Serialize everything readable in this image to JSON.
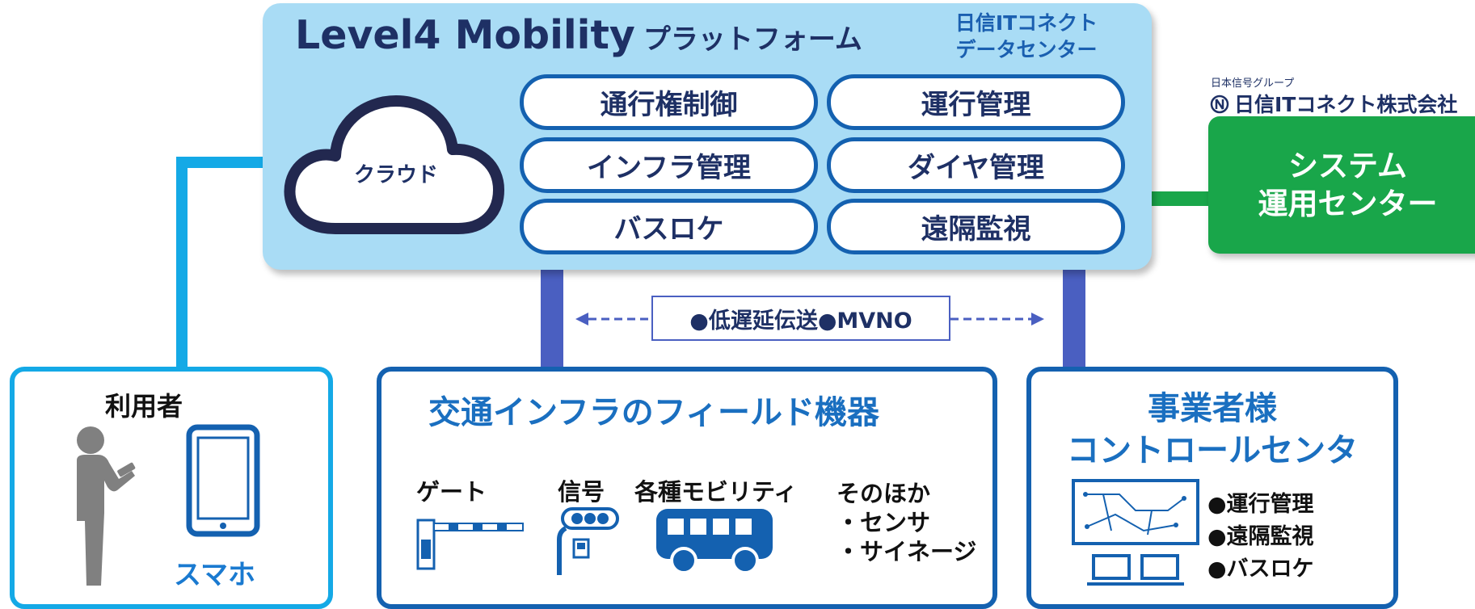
{
  "platform": {
    "title": "Level4 Mobility",
    "title_suffix": "プラットフォーム",
    "datacenter_line1": "日信ITコネクト",
    "datacenter_line2": "データセンター",
    "cloud_label": "クラウド",
    "functions": [
      "通行権制御",
      "運行管理",
      "インフラ管理",
      "ダイヤ管理",
      "バスロケ",
      "遠隔監視"
    ]
  },
  "company": {
    "group": "日本信号グループ",
    "name": "日信ITコネクト株式会社"
  },
  "ops_center": {
    "line1": "システム",
    "line2": "運用センター"
  },
  "network": {
    "label": "●低遅延伝送●MVNO"
  },
  "user_box": {
    "title": "利用者",
    "device_label": "スマホ"
  },
  "field_box": {
    "title": "交通インフラのフィールド機器",
    "items": {
      "gate": "ゲート",
      "signal": "信号",
      "mobility": "各種モビリティ",
      "other": "そのほか",
      "other_sub1": "・センサ",
      "other_sub2": "・サイネージ"
    }
  },
  "operator_box": {
    "title_line1": "事業者様",
    "title_line2": "コントロールセンタ",
    "items": [
      "●運行管理",
      "●遠隔監視",
      "●バスロケ"
    ]
  },
  "colors": {
    "platform_bg": "#a9dcf5",
    "navy": "#1e3065",
    "pill_border": "#1461b0",
    "ops_green": "#19a64a",
    "user_cyan": "#14a9e6",
    "link_blue": "#4a5fc1",
    "field_title_blue": "#1a6fc0"
  }
}
